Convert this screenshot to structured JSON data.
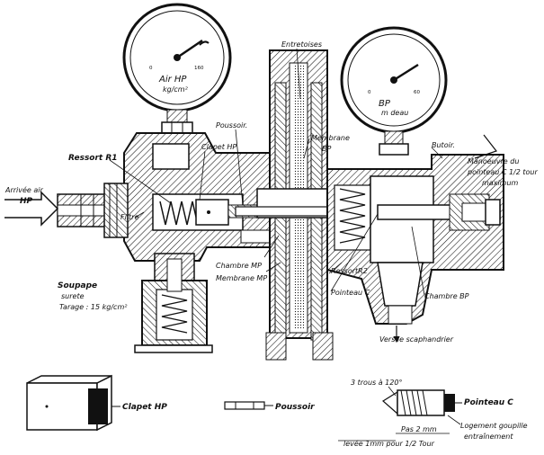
{
  "gauges": {
    "hp": {
      "title": "Air  HP",
      "unit": "kg/cm²",
      "min": "0",
      "max": "160"
    },
    "bp": {
      "title": "BP",
      "unit": "m deau",
      "min": "0",
      "max": "60"
    }
  },
  "labels": {
    "entretoises": "Entretoises",
    "poussoir_top": "Poussoir.",
    "clapet_hp_top": "Clapet HP",
    "membrane_bp": "Membrane",
    "membrane_bp2": "BP",
    "butoir": "Butoir.",
    "manoeuvre": [
      "Manoeuvre du",
      "pointeau C 1/2 tour",
      "maximum"
    ],
    "ressort_r1": "Ressort  R1",
    "arrivee_air": "Arrivée air",
    "hp": "HP",
    "filtre": "Filtre",
    "chambre_mp": "Chambre MP",
    "membrane_mp": "Membrane MP",
    "ressort_r2": "RessortR2",
    "pointeau_c_mid": "Pointeau C",
    "chambre_bp": "Chambre BP",
    "soupape": [
      "Soupape",
      "surete",
      "Tarage : 15 kg/cm²"
    ],
    "vers_scaphandrier": "Vers  le  scaphandrier"
  },
  "details": {
    "clapet_hp": "Clapet  HP",
    "poussoir": "Poussoir",
    "trous": "3 trous  à  120°",
    "pointeau_c": "Pointeau C",
    "logement": [
      "Logement goupille",
      "entraînement"
    ],
    "pas": "Pas 2 mm",
    "levee": "levée 1mm pour 1/2 Tour"
  }
}
